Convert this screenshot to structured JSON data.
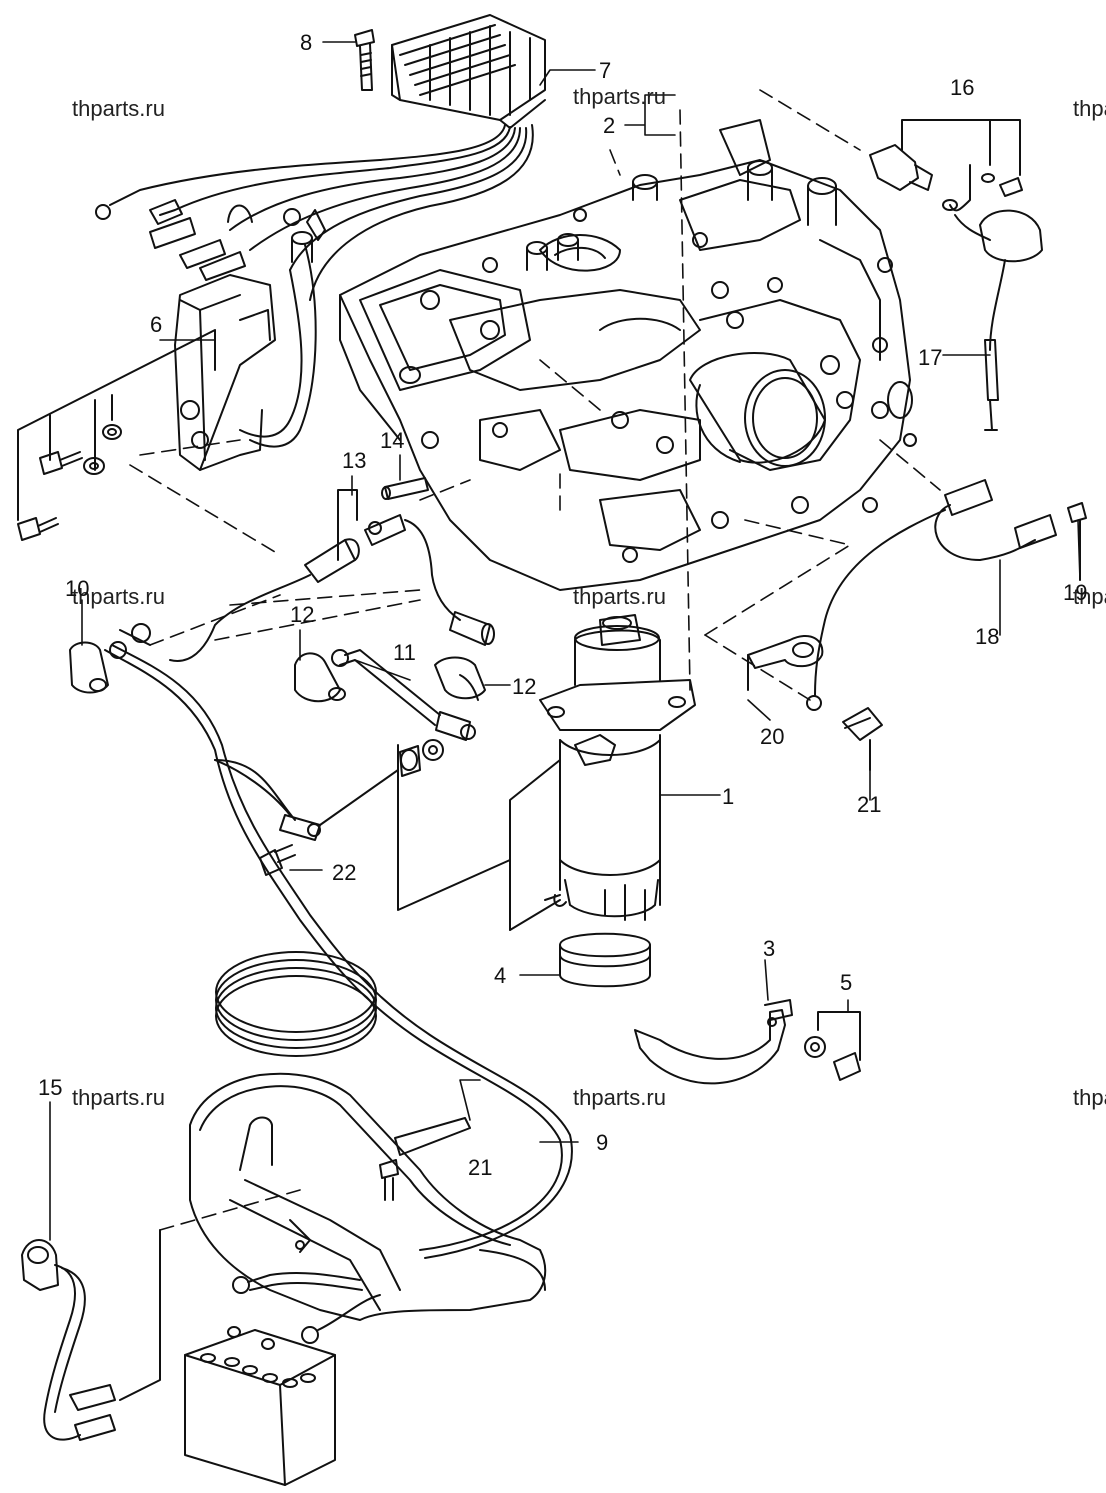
{
  "watermark": "thparts.ru",
  "callouts": {
    "c1": "1",
    "c2": "2",
    "c3": "3",
    "c4": "4",
    "c5": "5",
    "c6": "6",
    "c7": "7",
    "c8": "8",
    "c9": "9",
    "c10": "10",
    "c11": "11",
    "c12a": "12",
    "c12b": "12",
    "c13": "13",
    "c14": "14",
    "c15": "15",
    "c16": "16",
    "c17": "17",
    "c18": "18",
    "c19": "19",
    "c20": "20",
    "c21a": "21",
    "c21b": "21",
    "c22": "22"
  },
  "parts": [
    {
      "id": "starter-motor"
    },
    {
      "id": "engine-block"
    },
    {
      "id": "rectifier-regulator"
    },
    {
      "id": "starter-relay"
    },
    {
      "id": "battery"
    },
    {
      "id": "battery-cable-coil"
    },
    {
      "id": "starter-band"
    },
    {
      "id": "starter-clamp"
    },
    {
      "id": "thermo-switch"
    },
    {
      "id": "warning-buzzer"
    }
  ],
  "colors": {
    "line": "#111111",
    "background": "#ffffff"
  }
}
